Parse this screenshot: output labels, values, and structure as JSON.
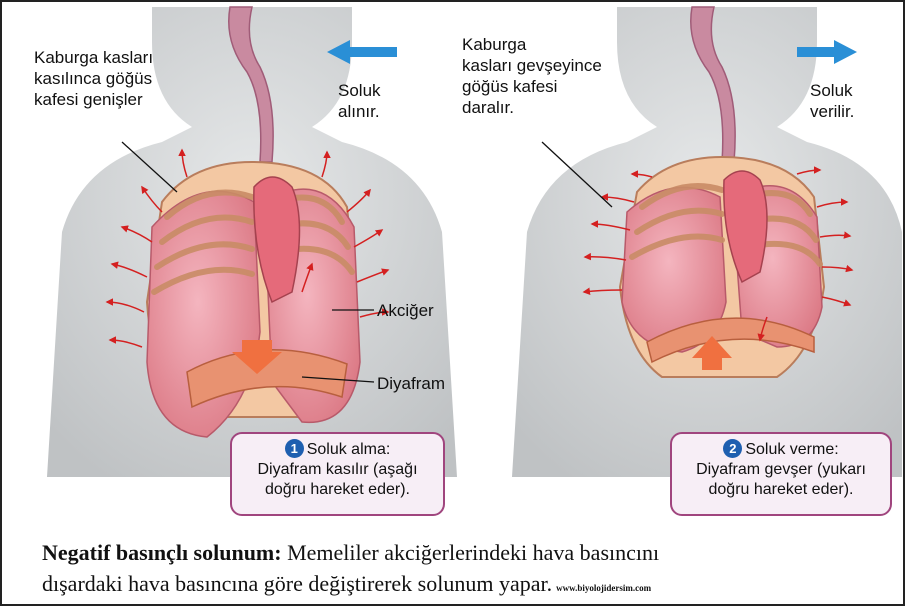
{
  "left": {
    "rib_label": [
      "Kaburga kasları",
      "kasılınca göğüs",
      "kafesi genişler"
    ],
    "breath_label": [
      "Soluk",
      "alınır."
    ],
    "lung_label": "Akciğer",
    "diaphragm_label": "Diyafram",
    "box_number": "1",
    "box_title": "Soluk alma:",
    "box_lines": [
      "Diyafram kasılır (aşağı",
      "doğru hareket eder)."
    ]
  },
  "right": {
    "rib_label": [
      "Kaburga",
      "kasları gevşeyince",
      "göğüs kafesi",
      "daralır."
    ],
    "breath_label": [
      "Soluk",
      "verilir."
    ],
    "box_number": "2",
    "box_title": "Soluk verme:",
    "box_lines": [
      "Diyafram gevşer (yukarı",
      "doğru hareket eder)."
    ]
  },
  "caption": {
    "bold": "Negatif basınçlı solunum:",
    "line1": " Memeliler akciğerlerindeki hava basıncını",
    "line2": "dışardaki hava basıncına göre değiştirerek solunum yapar.",
    "website": "www.biyolojidersim.com"
  },
  "colors": {
    "body": "#d6d8d9",
    "lung": "#e88d9c",
    "rib": "#f3c8a3",
    "airflow_arrow": "#2a8fd6",
    "expansion_arrow": "#d42020",
    "diaphragm_arrow": "#f07040",
    "box_border": "#a0457e"
  }
}
